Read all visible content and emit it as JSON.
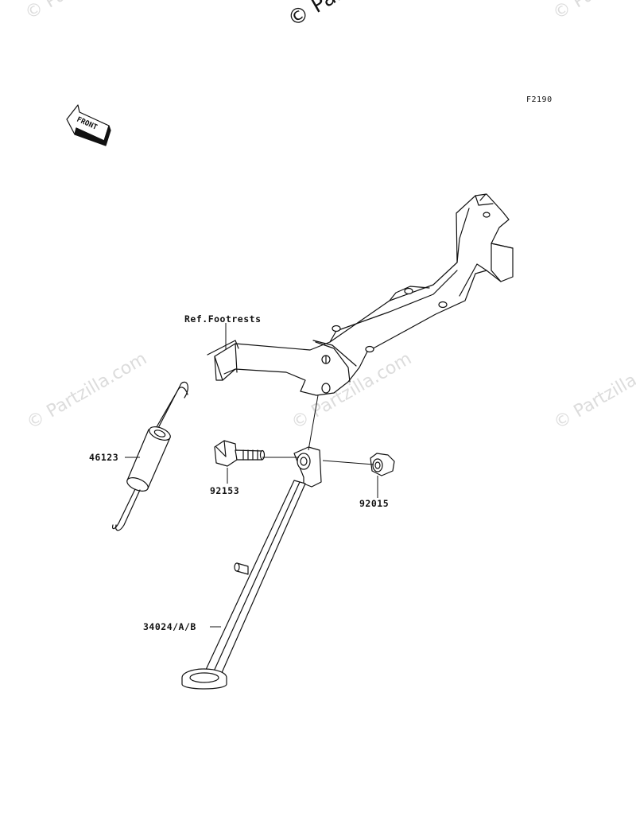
{
  "watermarks": {
    "top_center": "© Partzilla.com",
    "top_left": "© Partzilla.com",
    "top_right": "© Partzilla.com",
    "mid_left": "© Partzilla.com",
    "mid_center": "© Partzilla.com",
    "mid_right": "© Partzilla.com"
  },
  "diagram_code": "F2190",
  "front_badge": "FRONT",
  "callouts": {
    "ref_footrests": "Ref.Footrests",
    "spring": "46123",
    "bolt": "92153",
    "nut": "92015",
    "stand": "34024/A/B"
  }
}
